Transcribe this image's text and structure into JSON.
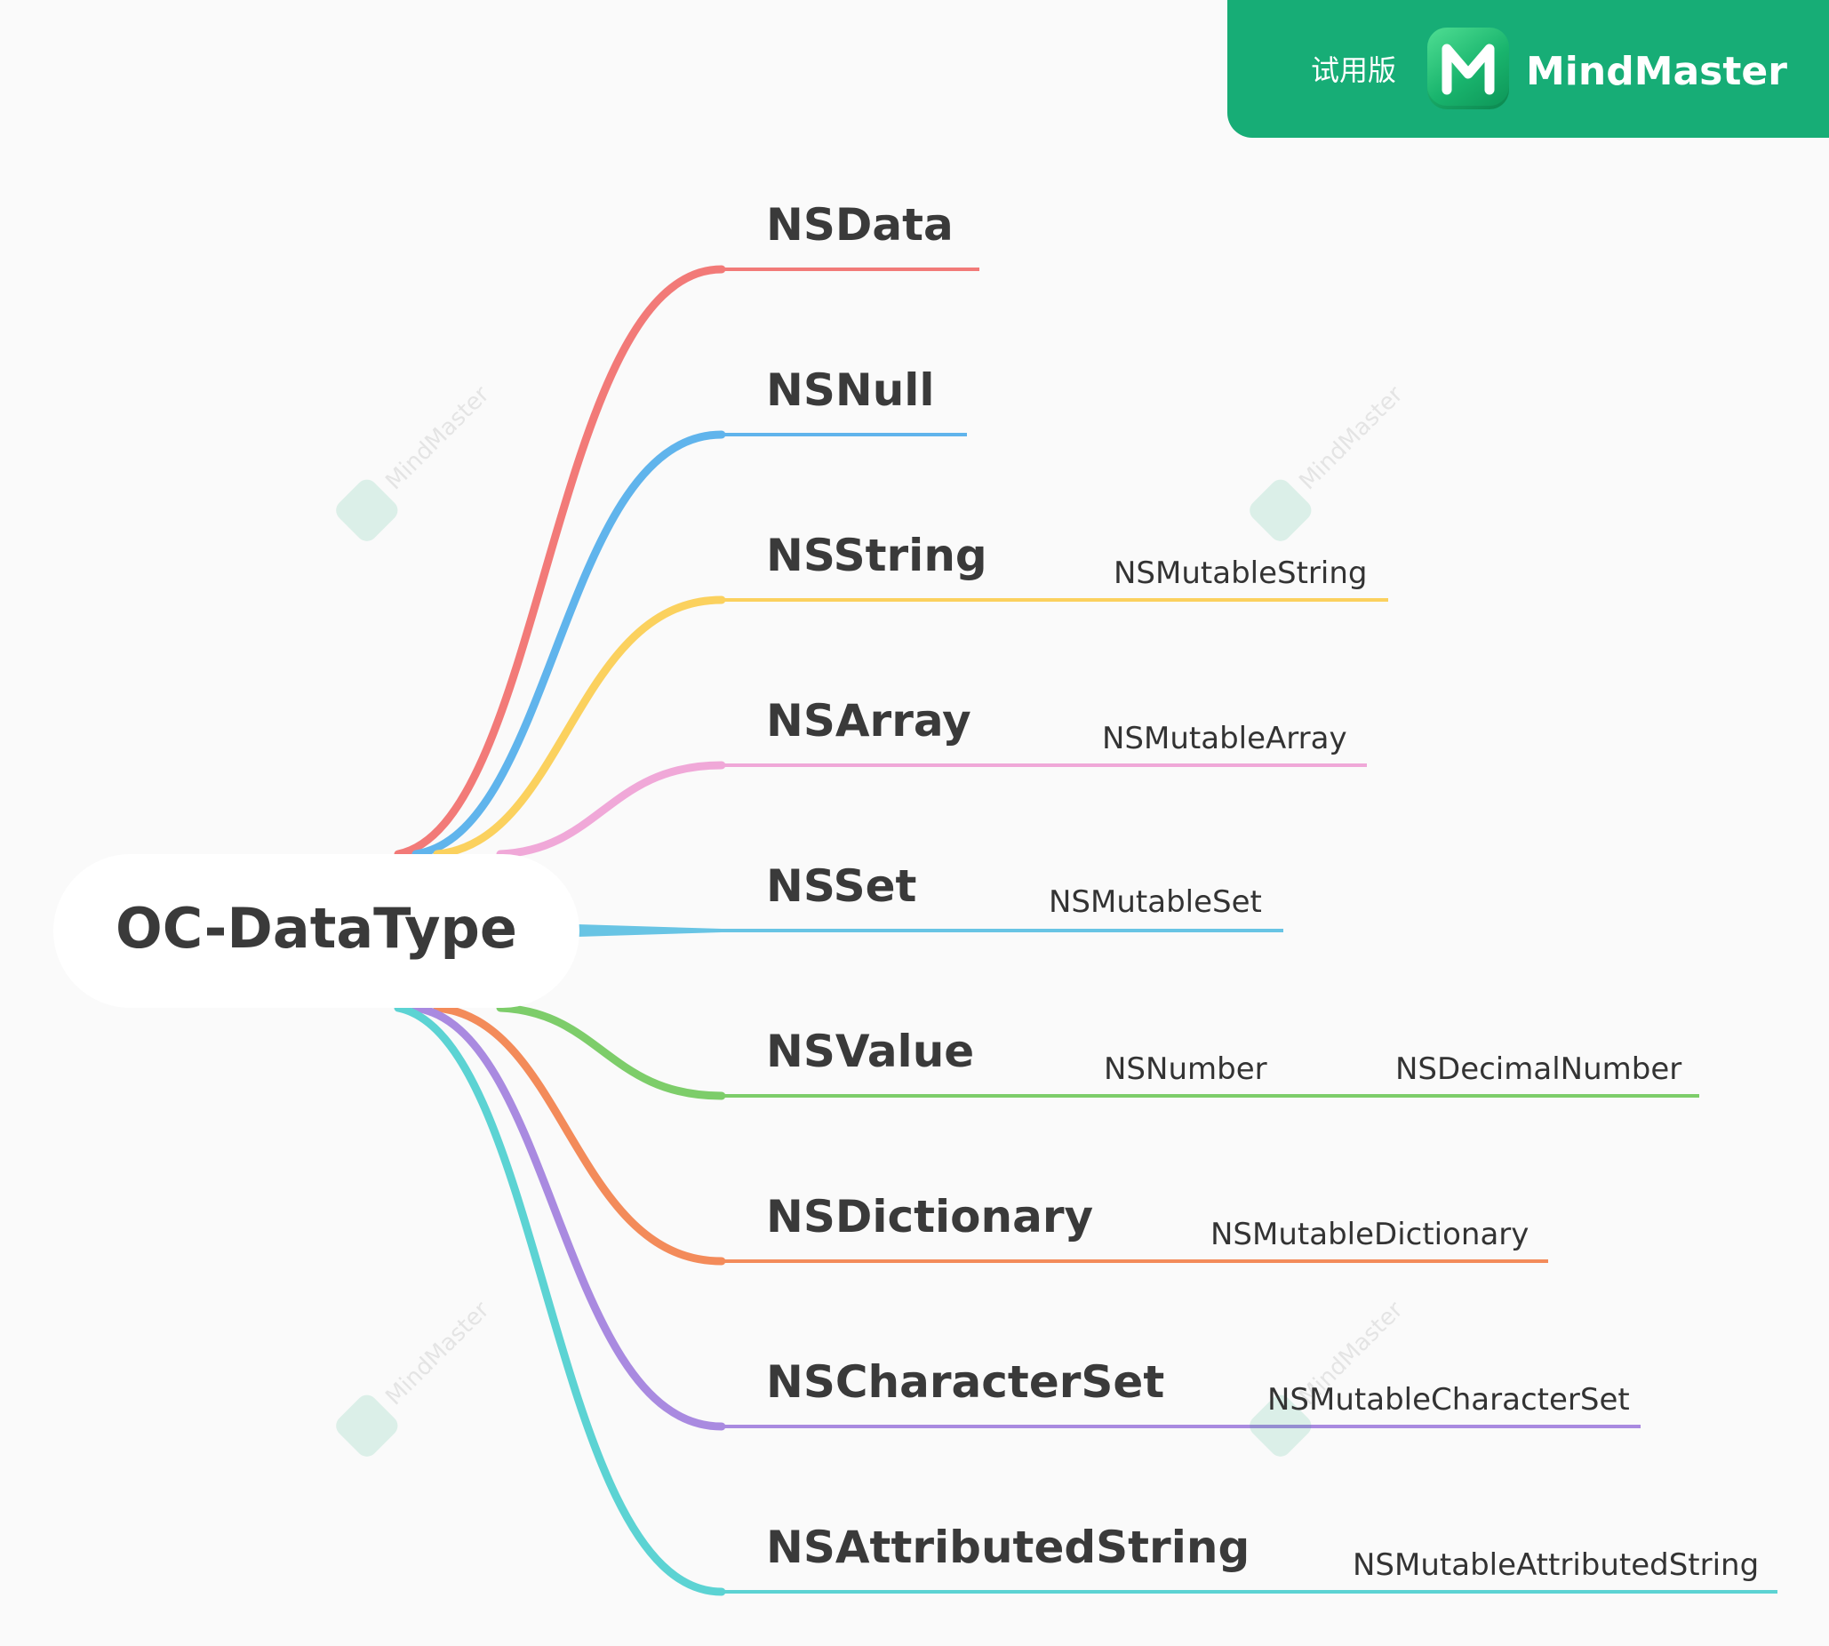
{
  "header": {
    "trial_label": "试用版",
    "brand_name": "MindMaster",
    "brand_color": "#17ad76"
  },
  "watermark": {
    "text": "MindMaster"
  },
  "root": {
    "label": "OC-DataType"
  },
  "branches": [
    {
      "label": "NSData",
      "color": "#f27a78",
      "children": []
    },
    {
      "label": "NSNull",
      "color": "#60b4ec",
      "children": []
    },
    {
      "label": "NSString",
      "color": "#fbd15e",
      "children": [
        "NSMutableString"
      ]
    },
    {
      "label": "NSArray",
      "color": "#f0a8d8",
      "children": [
        "NSMutableArray"
      ]
    },
    {
      "label": "NSSet",
      "color": "#68c4e4",
      "children": [
        "NSMutableSet"
      ]
    },
    {
      "label": "NSValue",
      "color": "#7dcd6a",
      "children": [
        "NSNumber",
        "NSDecimalNumber"
      ]
    },
    {
      "label": "NSDictionary",
      "color": "#f38b5a",
      "children": [
        "NSMutableDictionary"
      ]
    },
    {
      "label": "NSCharacterSet",
      "color": "#a98ae0",
      "children": [
        "NSMutableCharacterSet"
      ]
    },
    {
      "label": "NSAttributedString",
      "color": "#5cd3d3",
      "children": [
        "NSMutableAttributedString"
      ]
    }
  ]
}
